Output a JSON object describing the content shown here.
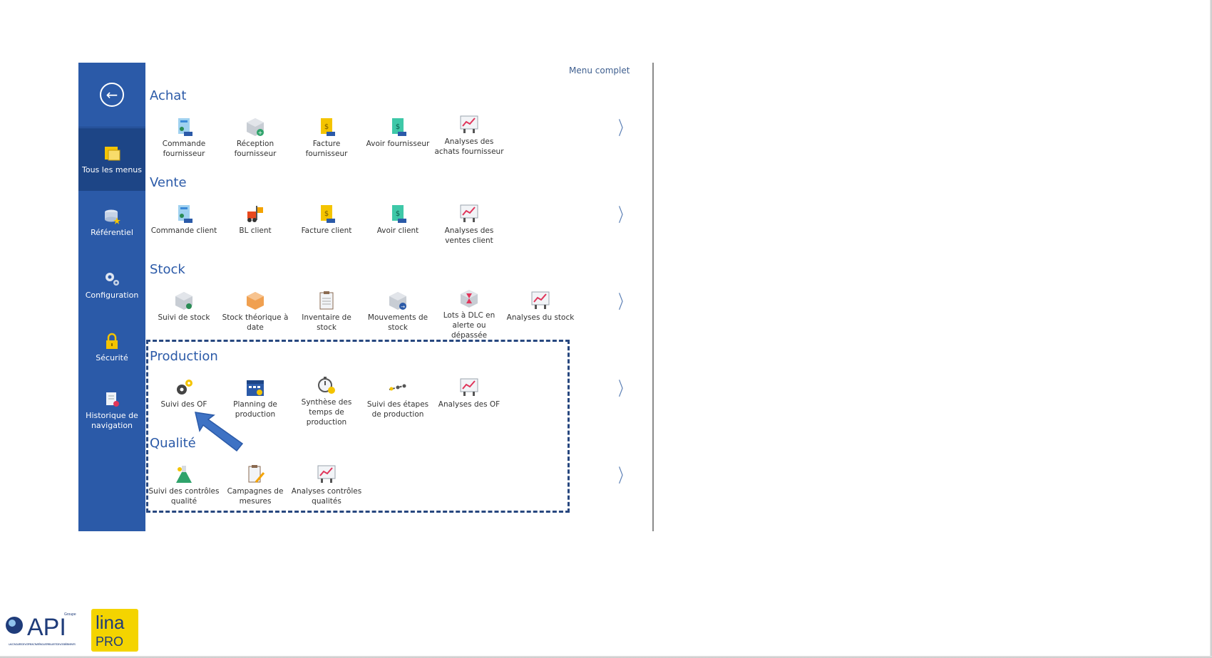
{
  "sidebar": {
    "back_icon": "arrow-left-circle-icon",
    "items": [
      {
        "label": "Tous les menus",
        "icon": "all-menus-icon",
        "active": true
      },
      {
        "label": "Référentiel",
        "icon": "database-star-icon"
      },
      {
        "label": "Configuration",
        "icon": "gears-icon"
      },
      {
        "label": "Sécurité",
        "icon": "lock-icon"
      },
      {
        "label": "Historique de navigation",
        "icon": "history-document-icon"
      }
    ]
  },
  "header": {
    "menu_complet": "Menu complet"
  },
  "sections": [
    {
      "title": "Achat",
      "tiles": [
        {
          "label": "Commande fournisseur"
        },
        {
          "label": "Réception fournisseur"
        },
        {
          "label": "Facture fournisseur"
        },
        {
          "label": "Avoir fournisseur"
        },
        {
          "label": "Analyses des achats fournisseur"
        }
      ]
    },
    {
      "title": "Vente",
      "tiles": [
        {
          "label": "Commande client"
        },
        {
          "label": "BL client"
        },
        {
          "label": "Facture client"
        },
        {
          "label": "Avoir client"
        },
        {
          "label": "Analyses des ventes client"
        }
      ]
    },
    {
      "title": "Stock",
      "tiles": [
        {
          "label": "Suivi de stock"
        },
        {
          "label": "Stock théorique à date"
        },
        {
          "label": "Inventaire de stock"
        },
        {
          "label": "Mouvements de stock"
        },
        {
          "label": "Lots à DLC en alerte ou dépassée"
        },
        {
          "label": "Analyses du stock"
        }
      ]
    },
    {
      "title": "Production",
      "tiles": [
        {
          "label": "Suivi des OF"
        },
        {
          "label": "Planning de production"
        },
        {
          "label": "Synthèse des temps de production"
        },
        {
          "label": "Suivi des étapes de production"
        },
        {
          "label": "Analyses des OF"
        }
      ]
    },
    {
      "title": "Qualité",
      "tiles": [
        {
          "label": "Suivi des contrôles qualité"
        },
        {
          "label": "Campagnes de mesures"
        },
        {
          "label": "Analyses contrôles qualités"
        }
      ]
    }
  ],
  "chevron": "〉",
  "logos": {
    "api_text": "API",
    "api_groupe": "Groupe",
    "api_tagline": "LA CONDUITE DE VOTRE ACTIVITÉ INDUSTRIELLE ET DE VOS BÂTIMENTS",
    "lina_text": "lina",
    "lina_pro": "PRO"
  },
  "colors": {
    "sidebar": "#2b5aa8",
    "accent": "#2b5aa8",
    "dash": "#27477f"
  }
}
